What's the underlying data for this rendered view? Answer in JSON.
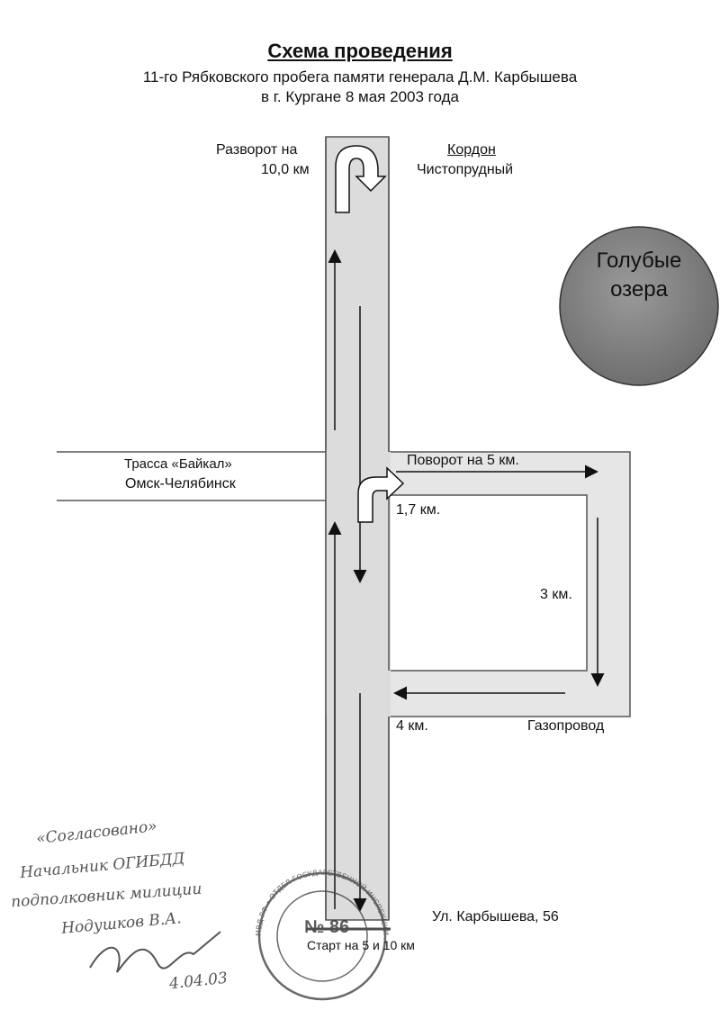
{
  "header": {
    "title": "Схема проведения",
    "subtitle_line1": "11-го Рябковского пробега памяти генерала Д.М. Карбышева",
    "subtitle_line2": "в г. Кургане 8 мая 2003 года"
  },
  "labels": {
    "turnaround_line1": "Разворот на",
    "turnaround_line2": "10,0 км",
    "cordon_line1": "Кордон",
    "cordon_line2": "Чистопрудный",
    "lake_line1": "Голубые",
    "lake_line2": "озера",
    "highway_line1": "Трасса «Байкал»",
    "highway_line2": "Омск-Челябинск",
    "turn_5km": "Поворот на 5 км.",
    "km_1_7": "1,7 км.",
    "km_3": "3 км.",
    "km_4": "4 км.",
    "gas_pipeline": "Газопровод",
    "street": "Ул. Карбышева, 56",
    "start": "Старт на 5 и 10 км"
  },
  "handwriting": {
    "line1": "«Согласовано»",
    "line2": "Начальник ОГИБДД",
    "line3": "подполковник милиции",
    "line4": "Нодушков В.А.",
    "date": "4.04.03"
  },
  "stamp": {
    "text": "МВД РФ • ОТДЕЛ ГОСУДАРСТВЕННОЙ ИНСПЕКЦИИ БЕЗОПАСНОСТИ ДОРОЖНОГО ДВИЖЕНИЯ УПРАВЛЕНИЯ ВНУТРЕННИХ ДЕЛ",
    "number": "№ 86"
  },
  "colors": {
    "road_fill": "#dcdcdc",
    "road_stroke": "#555555",
    "lake_fill": "#8a8a8a",
    "stamp": "#444444"
  }
}
